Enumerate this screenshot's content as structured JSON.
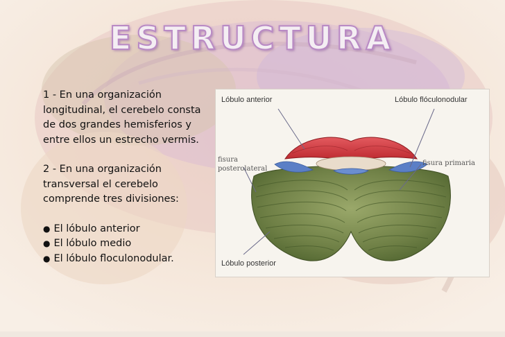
{
  "slide": {
    "title": "ESTRUCTURA",
    "paragraph1": "1 - En una organización longitudinal, el cerebelo consta de dos grandes hemisferios y entre ellos un estrecho vermis.",
    "paragraph2": "2 - En una organización transversal el cerebelo comprende tres divisiones:",
    "bullets": [
      "El lóbulo anterior",
      "El lóbulo medio",
      "El lóbulo floculonodular."
    ]
  },
  "figure": {
    "label_anterior": "Lóbulo anterior",
    "label_floculonodular": "Lóbulo flóculonodular",
    "label_fisura_postero_1": "fisura",
    "label_fisura_postero_2": "posterolateral",
    "label_fisura_primaria": "fisura primaria",
    "label_posterior": "Lóbulo posterior"
  }
}
